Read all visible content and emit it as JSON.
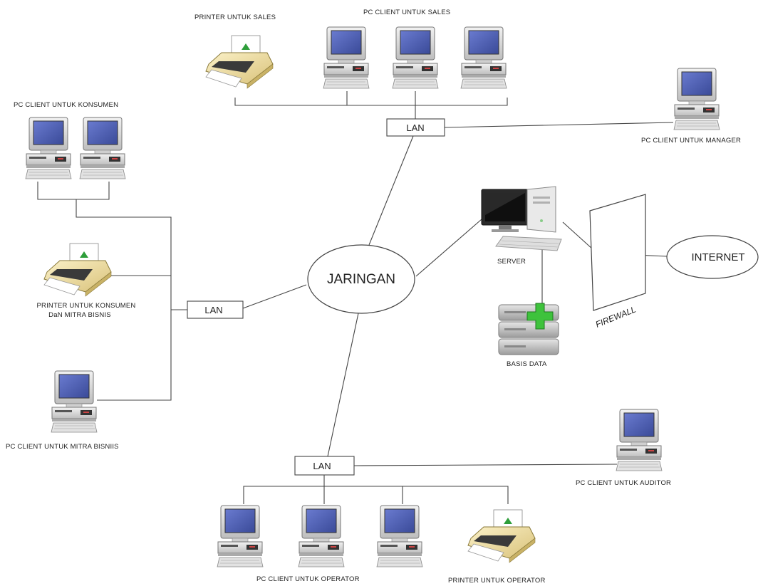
{
  "labels": {
    "printer_sales": "PRINTER UNTUK SALES",
    "pc_sales": "PC CLIENT UNTUK SALES",
    "pc_konsumen": "PC CLIENT UNTUK KONSUMEN",
    "pc_manager": "PC CLIENT UNTUK MANAGER",
    "printer_konsumen_line1": "PRINTER UNTUK KONSUMEN",
    "printer_konsumen_line2": "DaN MITRA BISNIS",
    "pc_mitra": "PC CLIENT UNTUK MITRA BISNIIS",
    "server": "SERVER",
    "basis_data": "BASIS DATA",
    "firewall": "FIREWALL",
    "internet": "INTERNET",
    "jaringan": "JARINGAN",
    "lan_top": "LAN",
    "lan_left": "LAN",
    "lan_bottom": "LAN",
    "pc_auditor": "PC CLIENT UNTUK AUDITOR",
    "pc_operator": "PC CLIENT UNTUK OPERATOR",
    "printer_operator": "PRINTER UNTUK OPERATOR"
  },
  "icons": {
    "pc": "pc-client-icon",
    "printer": "printer-icon",
    "server": "server-computer-icon",
    "database": "database-icon",
    "firewall": "firewall-icon"
  },
  "colors": {
    "screen": "#4d5fb0",
    "printer_body": "#f2e3a8",
    "printer_arrow": "#2e9e3a",
    "db_plus": "#3ec23c",
    "line": "#444444"
  }
}
